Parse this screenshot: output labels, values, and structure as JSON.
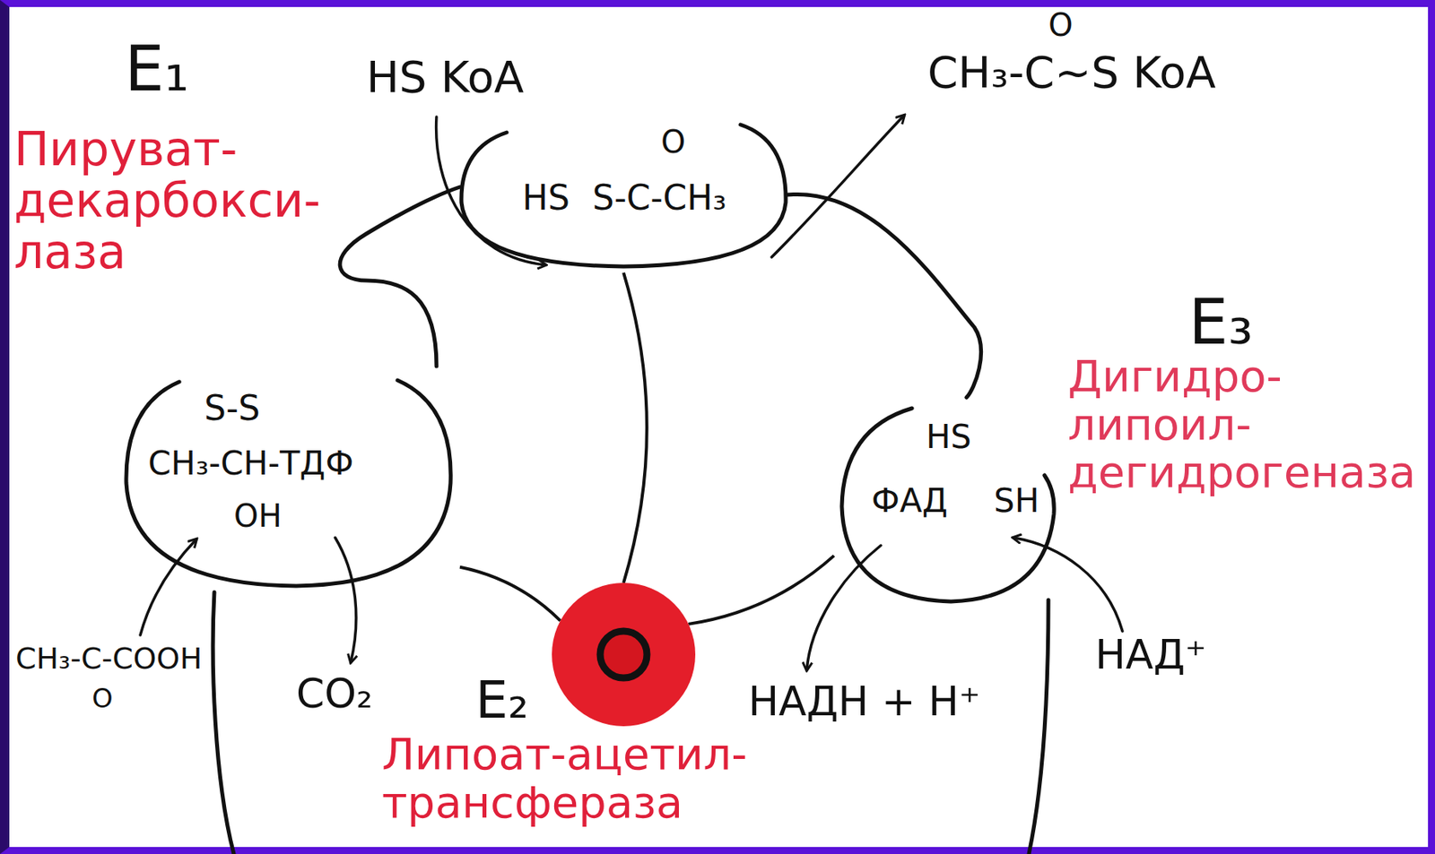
{
  "diagram": {
    "nodes": [
      {
        "text": [
          "E₁",
          "Пируват- декарбокси- лаза"
        ]
      },
      {
        "text": [
          "S-S",
          "CH₃-CH-ТДФ",
          "OH"
        ],
        "in": 0
      },
      {
        "text": [
          "E₂",
          "Липоат-ацетил- трансфераза"
        ]
      },
      {
        "text": [
          "HS",
          "S-C-CH₃",
          "O"
        ]
      },
      {
        "text": [
          "E₃",
          "Дигидро- липоил- дегидрогеназа"
        ]
      },
      {
        "text": [
          "HS",
          "SH",
          "ФАД"
        ],
        "in": 4
      }
    ],
    "edges": [
      {
        "from": 2,
        "to": 1,
        "arrow": "none"
      },
      {
        "from": 2,
        "to": 3,
        "arrow": "none"
      },
      {
        "from": 2,
        "to": 5,
        "arrow": "none"
      }
    ],
    "labels": [
      "HS KoA",
      "CH₃-C~S KoA",
      "O",
      "CH₃-C-COOH",
      "O",
      "CO₂",
      "НАДН + Н⁺",
      "НАД⁺"
    ]
  }
}
